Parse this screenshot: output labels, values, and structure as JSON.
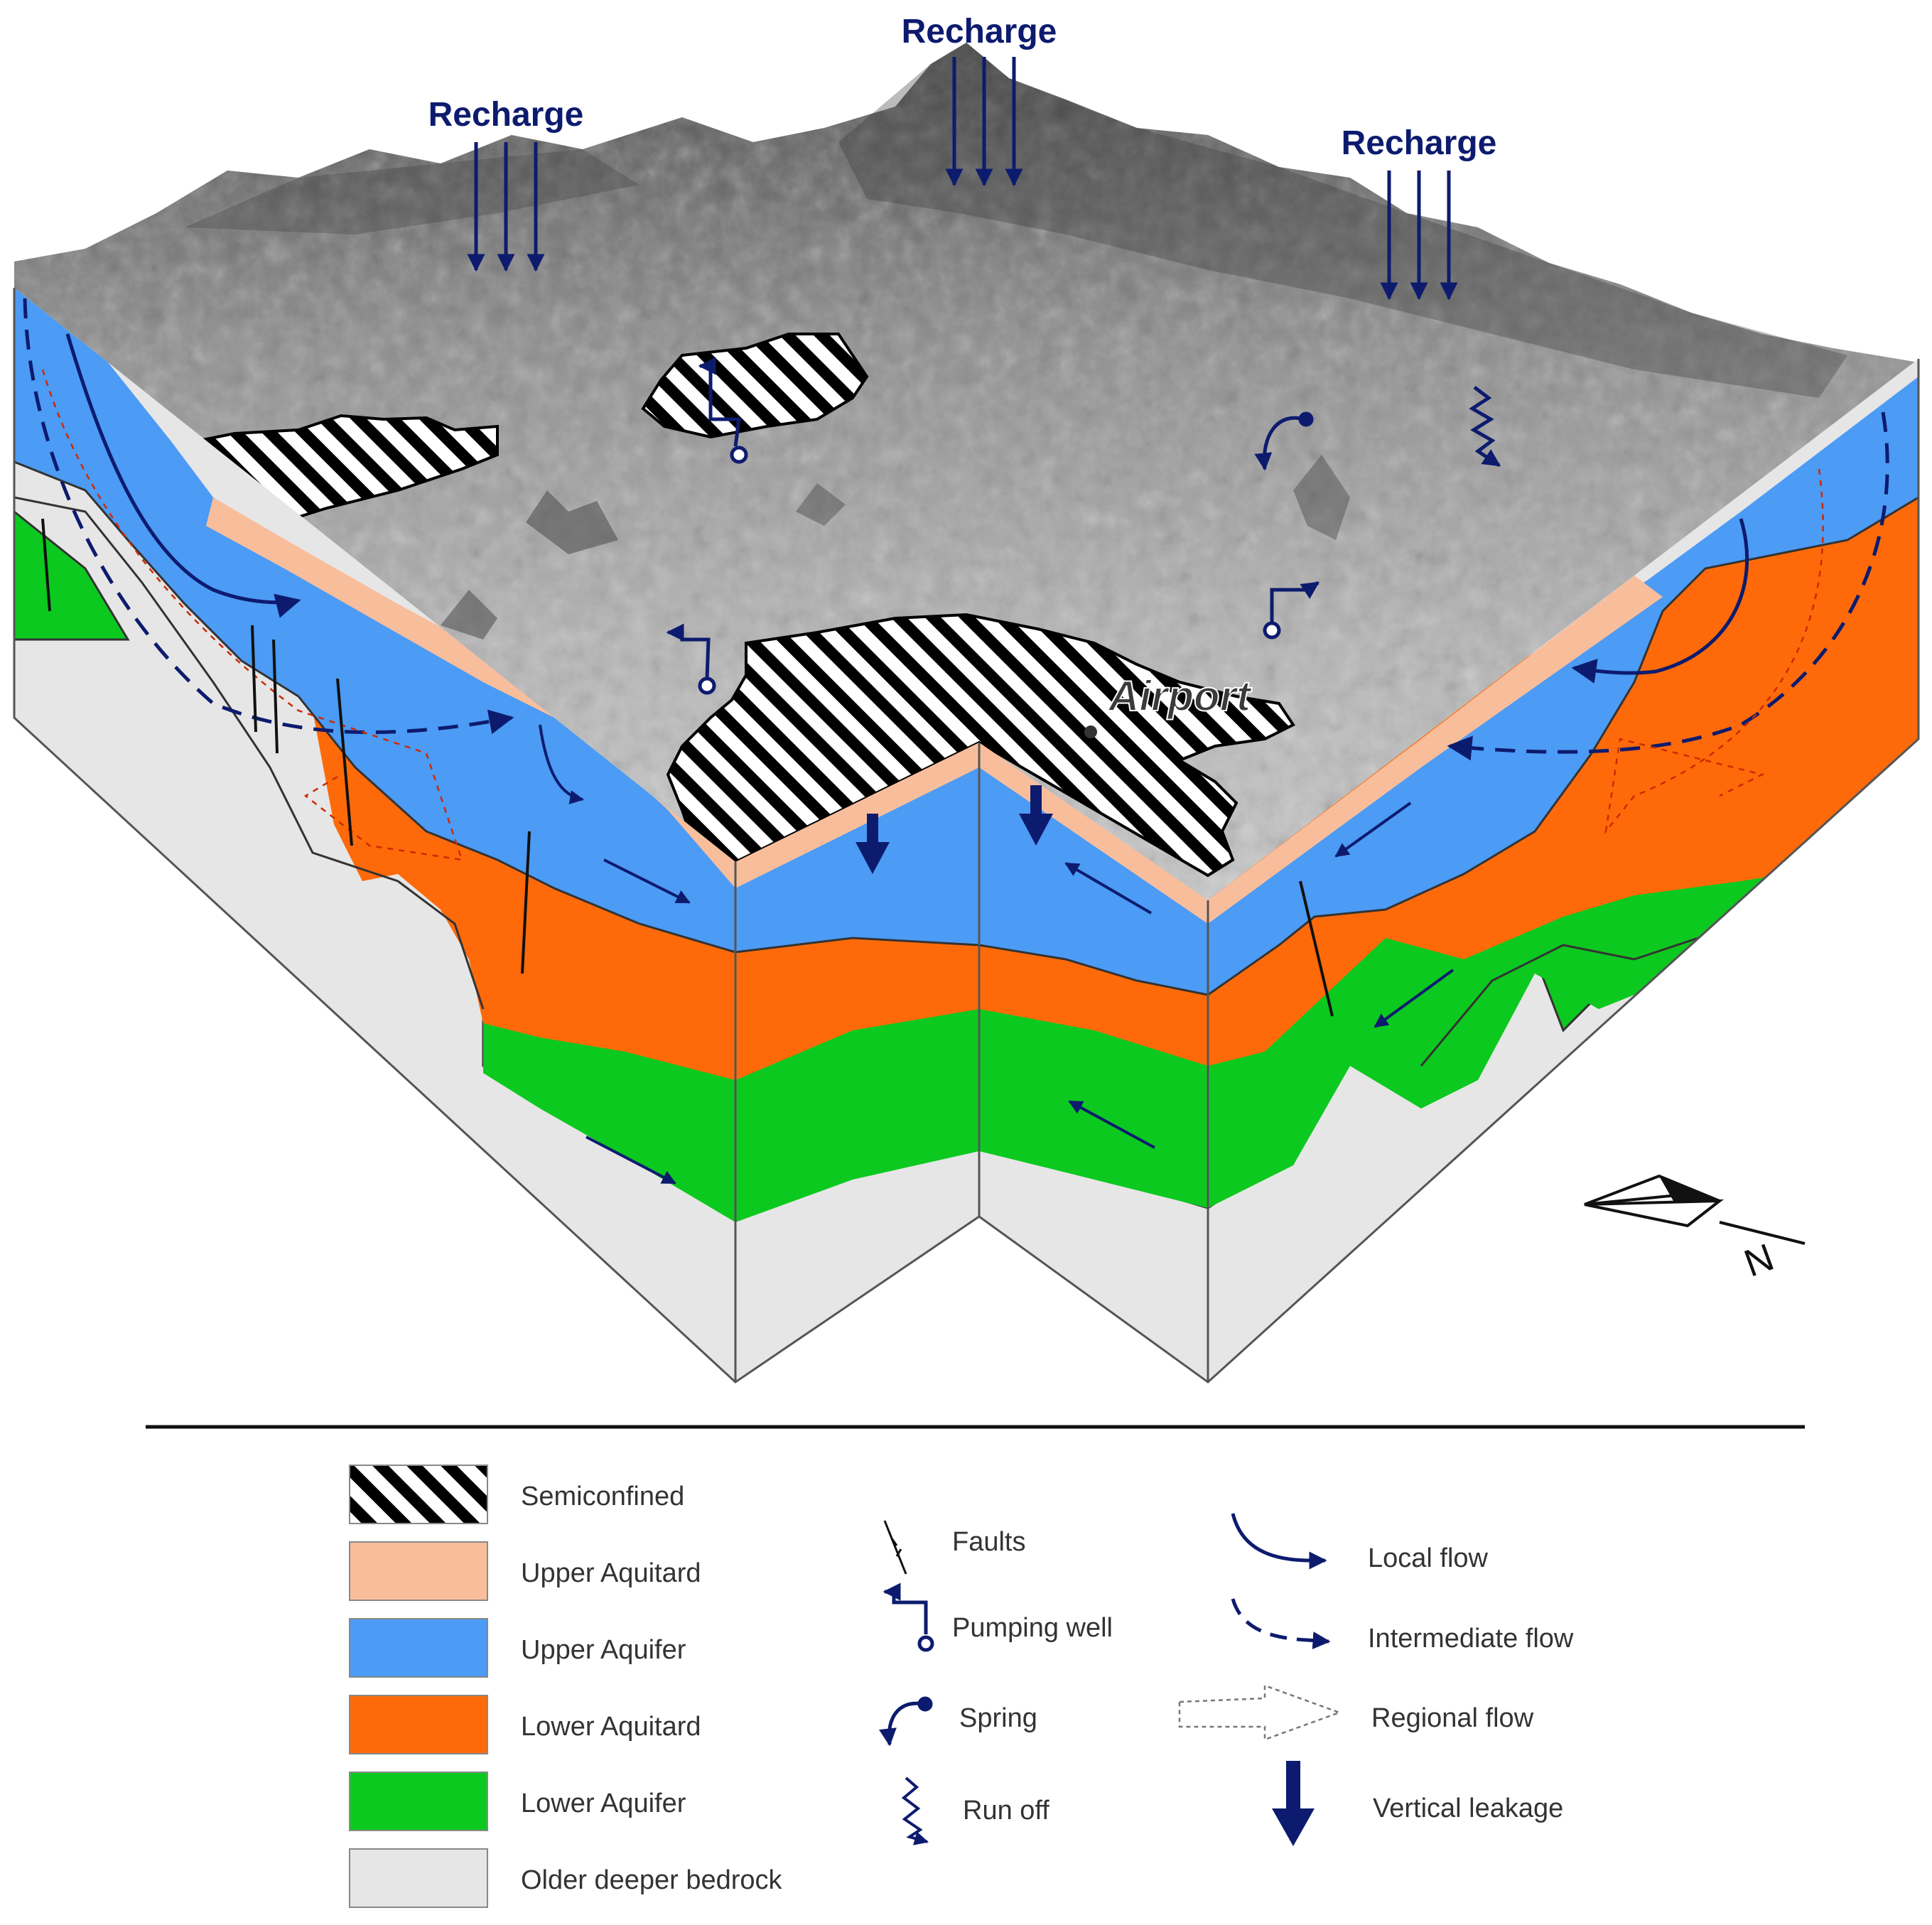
{
  "labels": {
    "recharge_left": "Recharge",
    "recharge_center": "Recharge",
    "recharge_right": "Recharge",
    "airport": "Airport",
    "north": "N"
  },
  "legend": {
    "layers": [
      {
        "label": "Semiconfined",
        "pattern": "black-white-diagonal-stripes"
      },
      {
        "label": "Upper Aquitard",
        "color": "#f8be9c"
      },
      {
        "label": "Upper Aquifer",
        "color": "#4c9bf5"
      },
      {
        "label": "Lower Aquitard",
        "color": "#fe6a0a"
      },
      {
        "label": "Lower Aquifer",
        "color": "#0cc91f"
      },
      {
        "label": "Older deeper bedrock",
        "color": "#e6e6e6"
      }
    ],
    "symbols": [
      {
        "label": "Faults",
        "icon": "fault-icon"
      },
      {
        "label": "Pumping well",
        "icon": "pumping-well-icon"
      },
      {
        "label": "Spring",
        "icon": "spring-icon"
      },
      {
        "label": "Run off",
        "icon": "run-off-icon"
      }
    ],
    "flows": [
      {
        "label": "Local flow",
        "icon": "local-flow-icon"
      },
      {
        "label": "Intermediate flow",
        "icon": "intermediate-flow-icon"
      },
      {
        "label": "Regional flow",
        "icon": "regional-flow-icon"
      },
      {
        "label": "Vertical leakage",
        "icon": "vertical-leakage-icon"
      }
    ]
  },
  "colors": {
    "navy": "#0d1b6e",
    "upper_aquitard": "#f8be9c",
    "upper_aquifer": "#4c9bf5",
    "lower_aquitard": "#fe6a0a",
    "lower_aquifer": "#0cc91f",
    "bedrock": "#e6e6e6"
  }
}
